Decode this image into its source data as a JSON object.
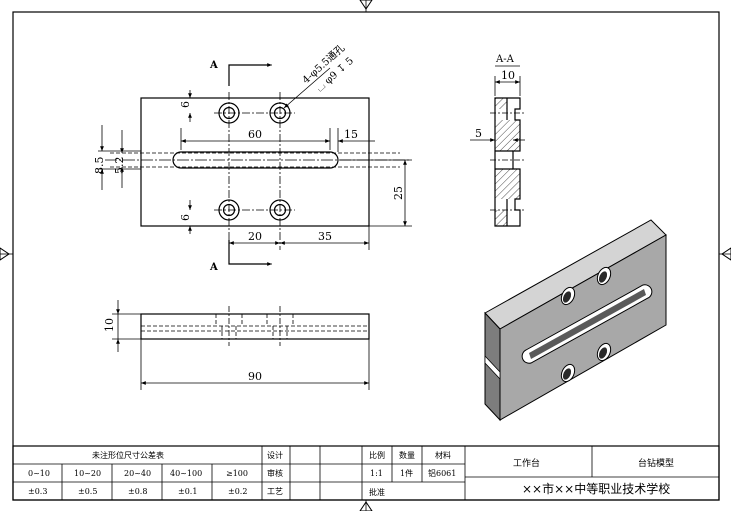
{
  "views": {
    "section_marker": "A",
    "section_title": "A-A",
    "hole_callout_line1": "4-φ5.5通孔",
    "hole_callout_line2": "⌴ φ9 ↧ 5"
  },
  "dimensions": {
    "d6_top": "6",
    "d60": "60",
    "d15": "15",
    "d8_5": "8.5",
    "d5_2": "5.2",
    "d25": "25",
    "d6_bottom": "6",
    "d20": "20",
    "d35": "35",
    "d10_side": "10",
    "d90": "90",
    "d10_section": "10",
    "d5_section": "5"
  },
  "title_block": {
    "tolerance_title": "未注形位尺寸公差表",
    "tolerance_ranges": [
      "0~10",
      "10~20",
      "20~40",
      "40~100",
      "≥100"
    ],
    "tolerance_values": [
      "±0.3",
      "±0.5",
      "±0.8",
      "±0.1",
      "±0.2"
    ],
    "role_design": "设计",
    "role_review": "审核",
    "role_process": "工艺",
    "scale_label": "比例",
    "scale_value": "1:1",
    "quantity_label": "数量",
    "quantity_value": "1件",
    "material_label": "材料",
    "material_value": "铝6061",
    "approve_label": "批准",
    "part_name": "工作台",
    "drawing_name": "台钻模型",
    "school": "××市××中等职业技术学校"
  },
  "colors": {
    "line": "#000000",
    "iso_top": "#d4d4d4",
    "iso_front": "#a8a8a8",
    "iso_right": "#7d7d7d"
  }
}
